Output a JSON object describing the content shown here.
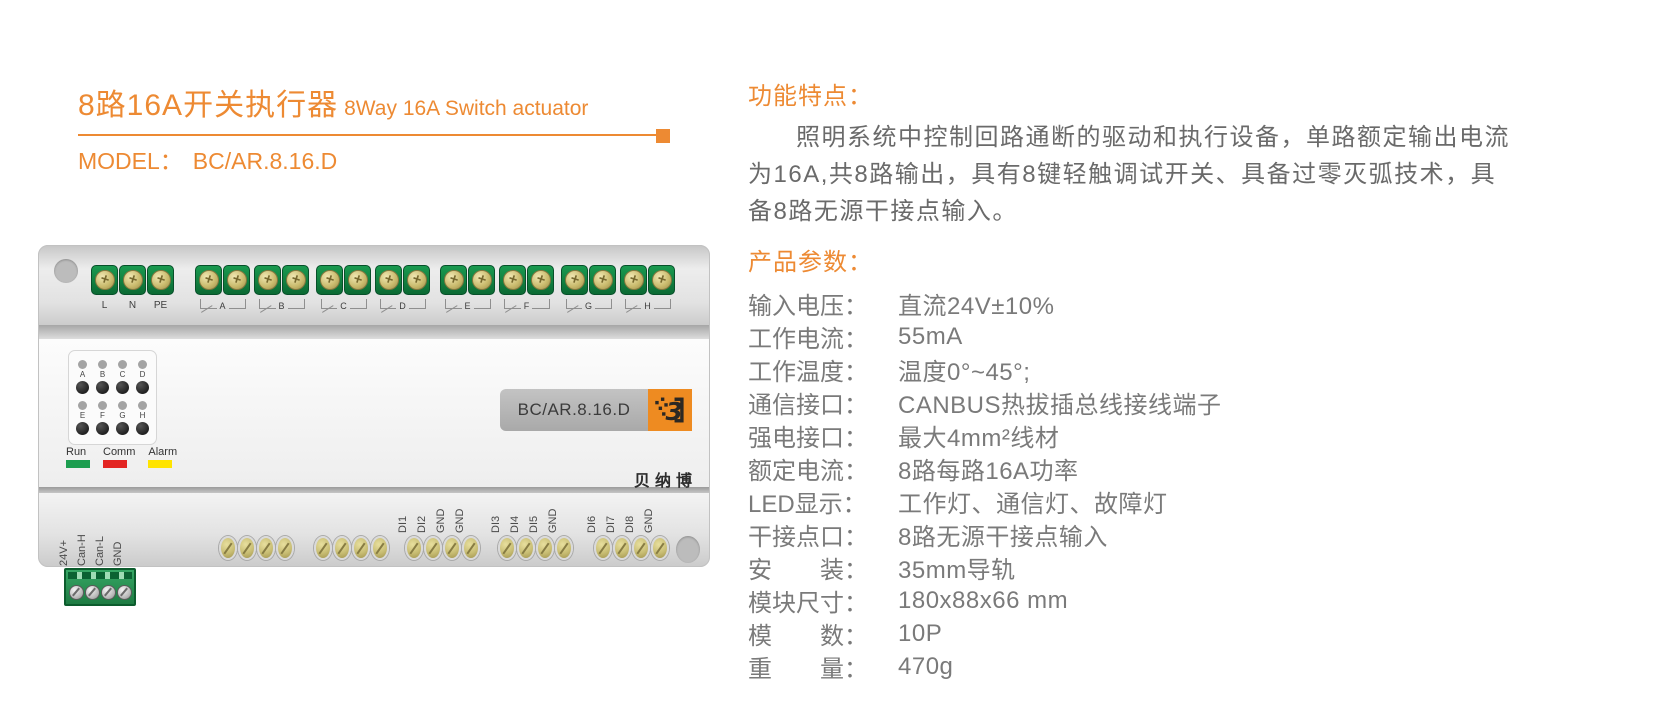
{
  "header": {
    "title_cn": "8路16A开关执行器",
    "title_en": "8Way 16A Switch actuator",
    "model_label": "MODEL：",
    "model_value": "BC/AR.8.16.D",
    "accent_color": "#ed8a33"
  },
  "features": {
    "heading": "功能特点：",
    "paragraph": "照明系统中控制回路通断的驱动和执行设备，单路额定输出电流为16A,共8路输出，具有8键轻触调试开关、具备过零灭弧技术，具备8路无源干接点输入。"
  },
  "specs": {
    "heading": "产品参数：",
    "params": [
      {
        "label": "输入电压：",
        "value": "直流24V±10%"
      },
      {
        "label": "工作电流：",
        "value": "55mA"
      },
      {
        "label": "工作温度：",
        "value": "温度0°~45°;"
      },
      {
        "label": "通信接口：",
        "value": "CANBUS热拔插总线接线端子"
      },
      {
        "label": "强电接口：",
        "value": "最大4mm²线材"
      },
      {
        "label": "额定电流：",
        "value": "8路每路16A功率"
      },
      {
        "label": "LED显示：",
        "value": "工作灯、通信灯、故障灯"
      },
      {
        "label": "干接点口：",
        "value": "8路无源干接点输入"
      },
      {
        "label": "安　　装：",
        "value": "35mm导轨"
      },
      {
        "label": "模块尺寸：",
        "value": "180x88x66 mm"
      },
      {
        "label": "模　　数：",
        "value": "10P"
      },
      {
        "label": "重　　量：",
        "value": "470g"
      }
    ]
  },
  "device": {
    "plate_model": "BC/AR.8.16.D",
    "brand": "贝纳博",
    "power_terminal_labels": [
      "L",
      "N",
      "PE"
    ],
    "output_groups": [
      [
        "A",
        "B"
      ],
      [
        "C",
        "D"
      ],
      [
        "E",
        "F"
      ],
      [
        "G",
        "H"
      ]
    ],
    "led_panel": {
      "row1_labels": [
        "A",
        "B",
        "C",
        "D"
      ],
      "row2_labels": [
        "E",
        "F",
        "G",
        "H"
      ]
    },
    "status_leds": [
      {
        "label": "Run",
        "color": "#1d9e50"
      },
      {
        "label": "Comm",
        "color": "#e32522"
      },
      {
        "label": "Alarm",
        "color": "#ffe400"
      }
    ],
    "bus_terminal_labels": [
      "24V+",
      "Can-H",
      "Can-L",
      "GND"
    ],
    "di_terminal_groups": [
      [
        "",
        "",
        "",
        ""
      ],
      [
        "",
        "",
        "",
        ""
      ],
      [
        "DI1",
        "DI2",
        "GND",
        "GND"
      ],
      [
        "DI3",
        "DI4",
        "DI5",
        "GND"
      ],
      [
        "DI6",
        "DI7",
        "DI8",
        "GND"
      ]
    ],
    "terminal_green": "#14813f",
    "screw_gold": "#cfc17c"
  }
}
